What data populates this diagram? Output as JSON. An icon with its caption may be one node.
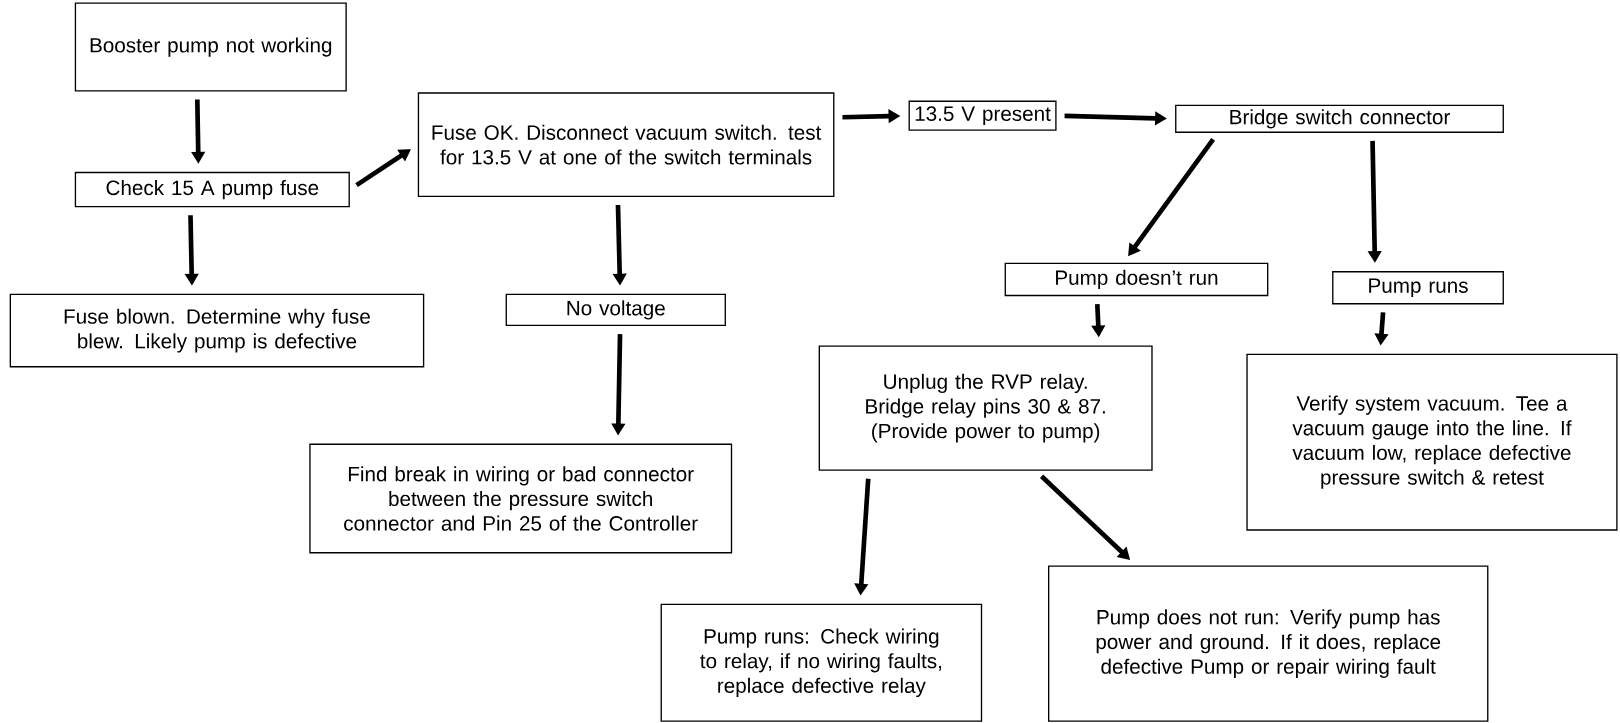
{
  "diagram": {
    "nodes": [
      {
        "text": [
          "Booster pump not working"
        ]
      },
      {
        "text": [
          "Check 15 A pump fuse"
        ]
      },
      {
        "text": [
          "Fuse blown. Determine why fuse blew. Likely pump is defective"
        ]
      },
      {
        "text": [
          "Fuse OK. Disconnect vacuum switch. test for 13.5 V at one of the switch terminals"
        ]
      },
      {
        "text": [
          "No voltage"
        ]
      },
      {
        "text": [
          "Find break in wiring or bad connector between the pressure switch connector and Pin 25 of the Controller"
        ]
      },
      {
        "text": [
          "13.5 V present"
        ]
      },
      {
        "text": [
          "Bridge switch connector"
        ]
      },
      {
        "text": [
          "Pump doesn’t run"
        ]
      },
      {
        "text": [
          "Pump runs"
        ]
      },
      {
        "text": [
          "Unplug the RVP relay. Bridge relay pins 30 & 87. (Provide power to pump)"
        ]
      },
      {
        "text": [
          "Verify system vacuum. Tee a vacuum gauge into the line. If vacuum low, replace defective pressure switch & retest"
        ]
      },
      {
        "text": [
          "Pump runs: Check wiring to relay, if no wiring faults, replace defective relay"
        ]
      },
      {
        "text": [
          "Pump does not run:  Verify pump has power and ground. If it does, replace defective Pump or repair wiring fault"
        ]
      }
    ],
    "edges": [
      {
        "from": 0,
        "to": 1,
        "arrow": "to"
      },
      {
        "from": 1,
        "to": 2,
        "arrow": "to"
      },
      {
        "from": 1,
        "to": 3,
        "arrow": "to"
      },
      {
        "from": 3,
        "to": 4,
        "arrow": "to"
      },
      {
        "from": 4,
        "to": 5,
        "arrow": "to"
      },
      {
        "from": 3,
        "to": 6,
        "arrow": "to"
      },
      {
        "from": 6,
        "to": 7,
        "arrow": "to"
      },
      {
        "from": 7,
        "to": 8,
        "arrow": "to"
      },
      {
        "from": 7,
        "to": 9,
        "arrow": "to"
      },
      {
        "from": 8,
        "to": 10,
        "arrow": "to"
      },
      {
        "from": 9,
        "to": 11,
        "arrow": "to"
      },
      {
        "from": 10,
        "to": 12,
        "arrow": "to"
      },
      {
        "from": 10,
        "to": 13,
        "arrow": "to"
      }
    ]
  }
}
